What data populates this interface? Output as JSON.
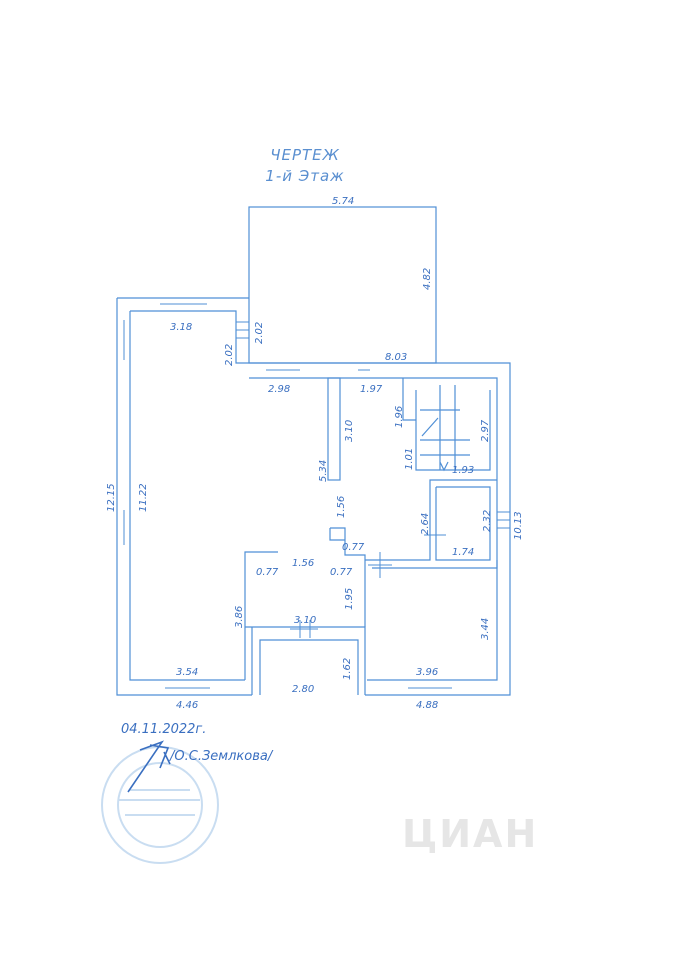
{
  "drawing": {
    "title": "ЧЕРТЕЖ",
    "subtitle": "1-й Этаж",
    "date": "04.11.2022г.",
    "signer": "/О.С.Землкова/",
    "watermark": "ЦИАН",
    "colors": {
      "ink": "#4f8fd6",
      "text": "#3a6fc0",
      "stamp": "#c9ddf1",
      "watermark": "#e6e6e6"
    },
    "dimensions": {
      "top_room_width": "5.74",
      "top_room_height": "4.82",
      "top_room_bottom": "8.03",
      "left_top_width": "3.18",
      "left_jog_a": "2.02",
      "left_jog_b": "2.02",
      "window_a": "2.98",
      "window_b": "1.97",
      "stair_a": "1.96",
      "stair_b": "2.97",
      "stair_c": "1.01",
      "stair_d": "1.93",
      "partition_a": "3.10",
      "partition_b": "5.34",
      "corridor_a": "1.56",
      "corridor_b": "1.56",
      "wc_a": "2.64",
      "wc_b": "2.32",
      "wc_c": "1.74",
      "door_a": "0.77",
      "door_b": "0.77",
      "door_c": "0.77",
      "hall_a": "1.95",
      "left_outer_height": "12.15",
      "left_inner_height": "11.22",
      "right_outer_height": "10.13",
      "left_lower": "3.86",
      "lower_mid": "3.10",
      "bottom_left_inner": "3.54",
      "bottom_left_outer": "4.46",
      "bottom_mid": "2.80",
      "bottom_mid_h": "1.62",
      "right_room_h": "3.44",
      "right_room_w": "3.96",
      "bottom_right_outer": "4.88"
    }
  }
}
